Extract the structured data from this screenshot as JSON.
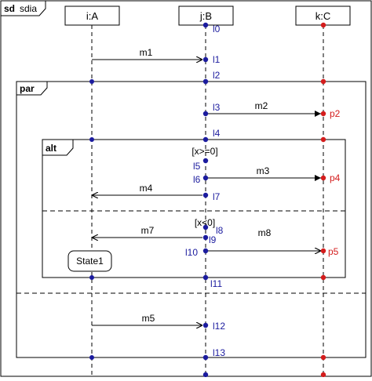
{
  "diagram": {
    "frame_keyword": "sd",
    "frame_name": "sdia",
    "lifelines": [
      {
        "id": "A",
        "label": "i:A"
      },
      {
        "id": "B",
        "label": "j:B"
      },
      {
        "id": "C",
        "label": "k:C"
      }
    ],
    "fragments": {
      "par": {
        "keyword": "par"
      },
      "alt": {
        "keyword": "alt",
        "guards": [
          "[x>=0]",
          "[x<0]"
        ]
      }
    },
    "messages": [
      {
        "label": "m1"
      },
      {
        "label": "m2"
      },
      {
        "label": "m3"
      },
      {
        "label": "m4"
      },
      {
        "label": "m7"
      },
      {
        "label": "m8"
      },
      {
        "label": "m5"
      }
    ],
    "events_b": [
      "l0",
      "l1",
      "l2",
      "l3",
      "l4",
      "l5",
      "l6",
      "l7",
      "l8",
      "l9",
      "l10",
      "l11",
      "l12",
      "l13"
    ],
    "events_c": [
      "p2",
      "p4",
      "p5"
    ],
    "state": {
      "label": "State1"
    },
    "colors": {
      "events_b": "#1b1b9e",
      "events_c": "#d41c1c",
      "lines": "#000000"
    }
  }
}
